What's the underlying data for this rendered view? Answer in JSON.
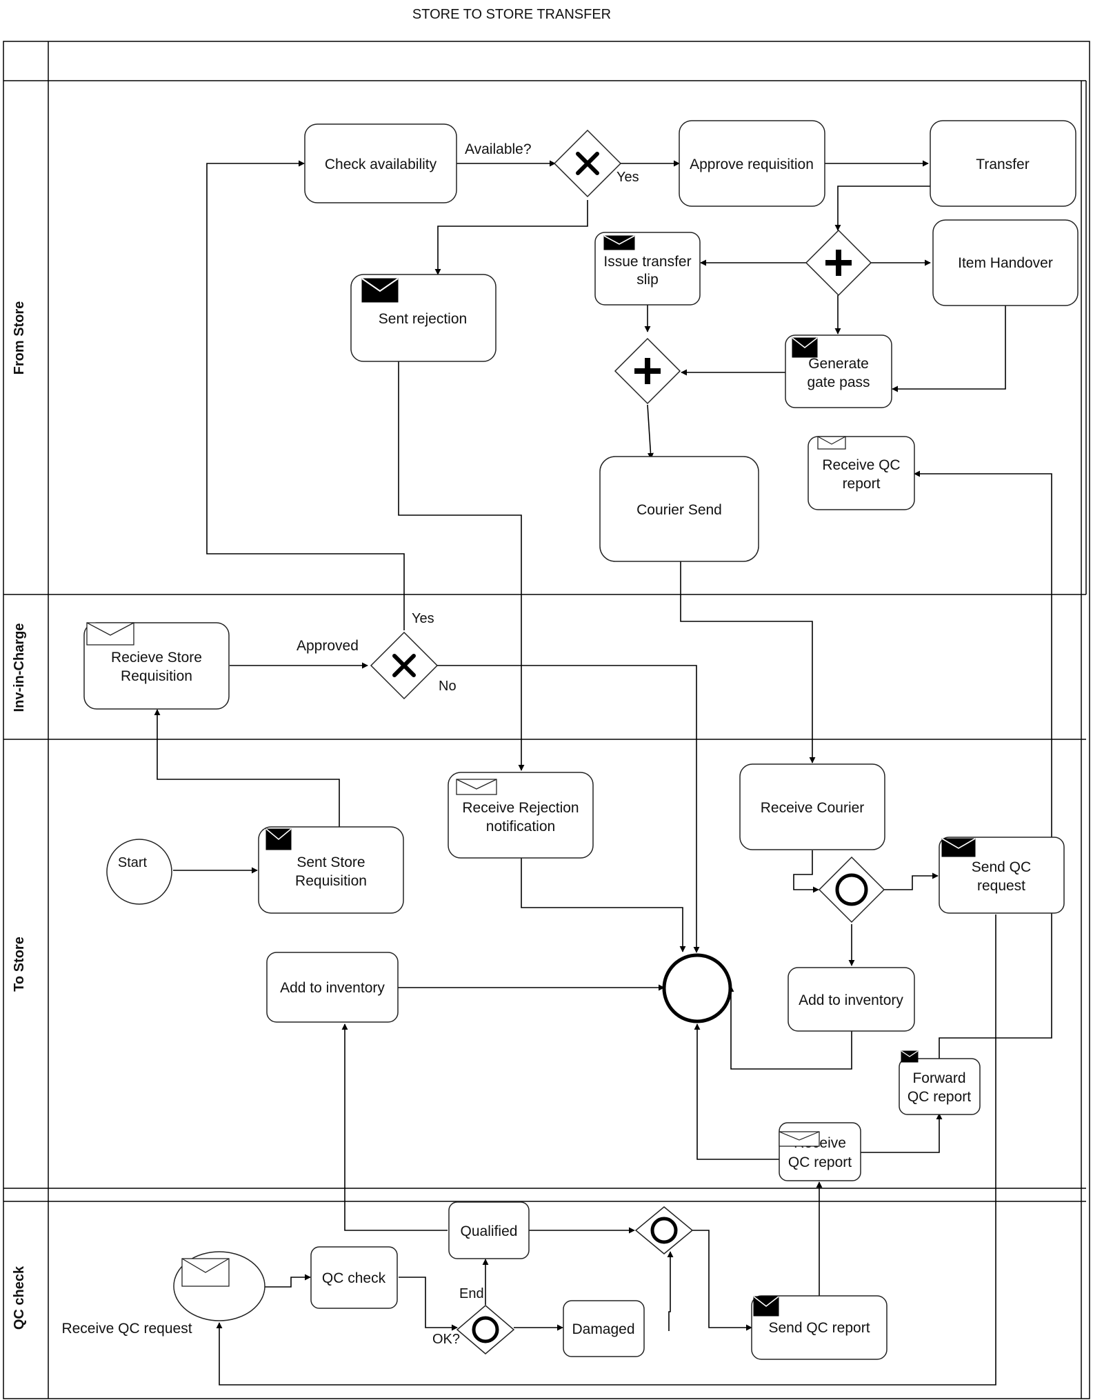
{
  "title": "STORE TO STORE TRANSFER",
  "lanes": {
    "from_store": "From Store",
    "inv_in_charge": "Inv-in-Charge",
    "to_store": "To Store",
    "qc_check": "QC check"
  },
  "tasks": {
    "check_availability": "Check availability",
    "approve_requisition": "Approve requisition",
    "transfer": "Transfer",
    "sent_rejection": "Sent rejection",
    "issue_transfer_slip": [
      "Issue transfer",
      "slip"
    ],
    "item_handover": "Item Handover",
    "generate_gate_pass": [
      "Generate",
      "gate pass"
    ],
    "courier_send": "Courier Send",
    "receive_qc_report_from": [
      "Receive QC",
      "report"
    ],
    "recieve_store_requisition": [
      "Recieve Store",
      "Requisition"
    ],
    "sent_store_requisition": [
      "Sent Store",
      "Requisition"
    ],
    "receive_rejection_notification": [
      "Receive Rejection",
      "notification"
    ],
    "receive_courier": "Receive Courier",
    "send_qc_request": [
      "Send QC",
      "request"
    ],
    "add_to_inventory_left": "Add to inventory",
    "add_to_inventory_right": "Add to inventory",
    "forward_qc_report": [
      "Forward",
      "QC report"
    ],
    "receive_qc_report_to": [
      "Receive",
      "QC report"
    ],
    "qualified": "Qualified",
    "qc_check_task": "QC check",
    "damaged": "Damaged",
    "send_qc_report": "Send QC report"
  },
  "events": {
    "start": "Start",
    "receive_qc_request": "Receive QC request"
  },
  "labels": {
    "available": "Available?",
    "yes_top": "Yes",
    "yes_inv": "Yes",
    "approved": "Approved",
    "no": "No",
    "end": "End",
    "ok": "OK?"
  }
}
